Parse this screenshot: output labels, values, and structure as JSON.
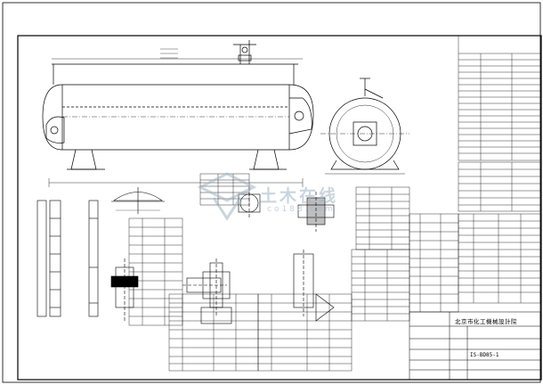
{
  "drawing": {
    "company": "北京市化工機械設計院",
    "drawing_number": "IS-BD85-1",
    "watermark": "土木在线",
    "watermark_sub": "co188.com"
  }
}
